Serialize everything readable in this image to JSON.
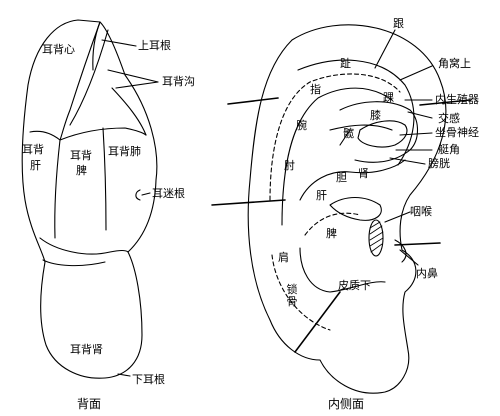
{
  "left_view": {
    "caption": "背面",
    "labels": {
      "heart": "耳背心",
      "upper_root": "上耳根",
      "groove": "耳背沟",
      "liver_top": "耳背",
      "liver_bottom": "肝",
      "spleen_top": "耳背",
      "spleen_bottom": "脾",
      "lung": "耳背肺",
      "vagus_root": "耳迷根",
      "kidney": "耳背肾",
      "lower_root": "下耳根"
    }
  },
  "right_view": {
    "caption": "内侧面",
    "labels": {
      "toe": "趾",
      "heel": "跟",
      "finger": "指",
      "wrist": "腕",
      "elbow": "肘",
      "shoulder": "肩",
      "clavicle": "锁骨",
      "ankle": "踝",
      "knee": "膝",
      "hip": "髋",
      "triangular_upper": "角窝上",
      "internal_genitalia": "内生殖器",
      "sympathetic": "交感",
      "sciatic": "坐骨神经",
      "cymba_angle": "艇角",
      "bladder": "膀胱",
      "kidney": "肾",
      "pancreas_gallbladder": "胆",
      "liver": "肝",
      "spleen": "脾",
      "pharynx": "咽喉",
      "internal_nose": "内鼻",
      "subcortex": "皮质下"
    }
  }
}
